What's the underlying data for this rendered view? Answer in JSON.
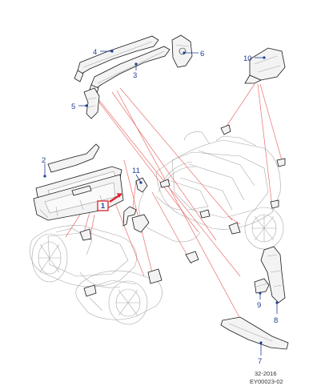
{
  "diagram": {
    "callouts": [
      "1",
      "2",
      "3",
      "4",
      "5",
      "6",
      "7",
      "8",
      "9",
      "10",
      "11"
    ],
    "reference": {
      "date_code": "32-2016",
      "figure_id": "EY00023-02"
    },
    "colors": {
      "callout_blue": "#1f3f95",
      "leader_red": "#e8706d",
      "highlight_box": "#d9232e",
      "arrow_red": "#d9232e"
    }
  }
}
